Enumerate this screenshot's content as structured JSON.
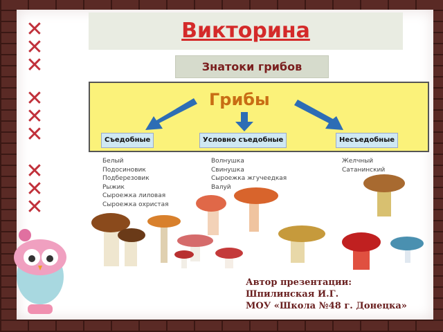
{
  "slide": {
    "title": "Викторина",
    "subtitle": "Знатоки грибов"
  },
  "diagram": {
    "title": "Грибы",
    "categories": [
      "Съедобные",
      "Условно съедобные",
      "Несъедобные"
    ],
    "edible": [
      "Белый",
      "Подосиновик",
      "Подберезовик",
      "Рыжик",
      "Сыроежка лиловая",
      "Сыроежка охристая"
    ],
    "conditional": [
      "Волнушка",
      "Свинушка",
      "Сыроежка жгучеедкая",
      "Валуй"
    ],
    "inedible": [
      "Желчный",
      "Сатанинский"
    ]
  },
  "author": {
    "line1": "Автор презентации:",
    "line2": "Шпилинская И.Г.",
    "line3": "МОУ «Школа №48 г. Донецка»"
  },
  "colors": {
    "title": "#d42a2a",
    "diagram_bg": "#fbf27a",
    "arrow": "#2d6db5",
    "frame": "#5a2a25"
  }
}
